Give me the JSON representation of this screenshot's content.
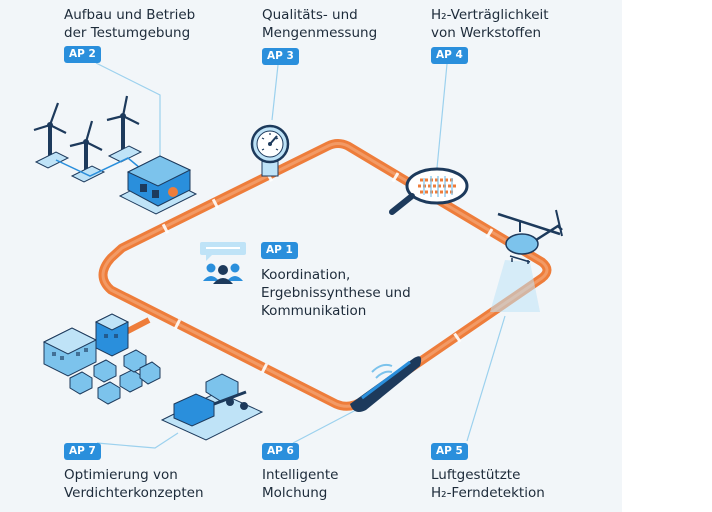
{
  "work_packages": [
    {
      "id": "AP 1",
      "lines": [
        "Koordination,",
        "Ergebnissynthese und",
        "Kommunikation"
      ]
    },
    {
      "id": "AP 2",
      "lines": [
        "Aufbau und Betrieb",
        "der Testumgebung"
      ]
    },
    {
      "id": "AP 3",
      "lines": [
        "Qualitäts- und",
        "Mengenmessung"
      ]
    },
    {
      "id": "AP 4",
      "lines": [
        "H₂-Verträglichkeit",
        "von Werkstoffen"
      ]
    },
    {
      "id": "AP 5",
      "lines": [
        "Luftgestützte",
        "H₂-Ferndetektion"
      ]
    },
    {
      "id": "AP 6",
      "lines": [
        "Intelligente",
        "Molchung"
      ]
    },
    {
      "id": "AP 7",
      "lines": [
        "Optimierung von",
        "Verdichterkonzepten"
      ]
    }
  ],
  "colors": {
    "pipeline": "#ee7d3b",
    "badge": "#2a8fdc",
    "leader_line": "#9cd1ee",
    "icon_dark": "#1d3a5c",
    "icon_light": "#bfe3f7",
    "background": "#f2f6f9"
  },
  "icons": [
    "wind-turbines-icon",
    "test-station-icon",
    "pressure-gauge-icon",
    "magnifier-icon",
    "helicopter-icon",
    "pipeline-pig-icon",
    "city-icon",
    "compressor-station-icon",
    "team-icon"
  ]
}
